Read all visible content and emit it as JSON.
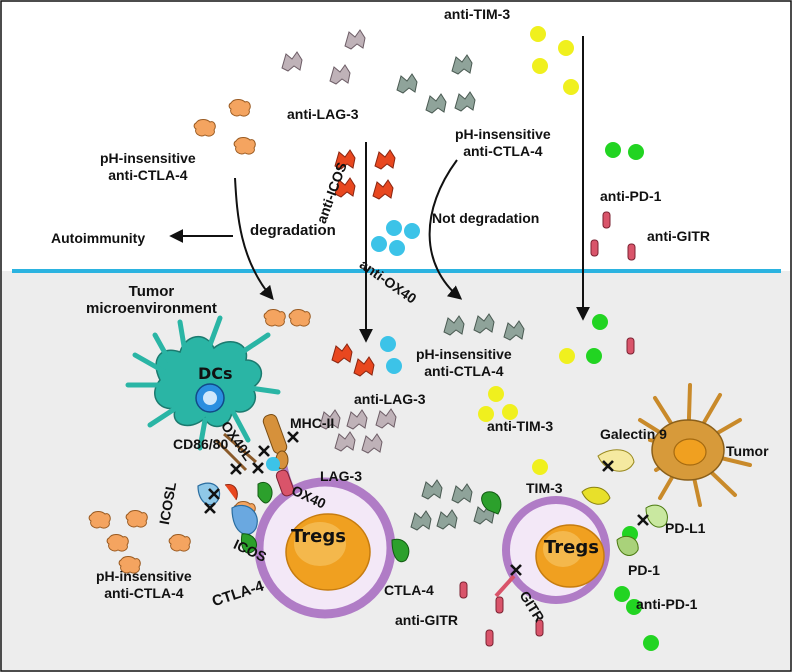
{
  "labels": {
    "anti_tim3_top": "anti-TIM-3",
    "anti_lag3_top": "anti-LAG-3",
    "ph_ctla4_top_right_1": "pH-insensitive",
    "ph_ctla4_top_right_2": "anti-CTLA-4",
    "ph_ctla4_top_left_1": "pH-insensitive",
    "ph_ctla4_top_left_2": "anti-CTLA-4",
    "anti_icos": "anti-ICOS",
    "anti_pd1_top": "anti-PD-1",
    "not_degradation": "Not degradation",
    "degradation": "degradation",
    "anti_gitr_top": "anti-GITR",
    "autoimmunity": "Autoimmunity",
    "anti_ox40": "anti-OX40",
    "tumor_micro_1": "Tumor",
    "tumor_micro_2": "microenvironment",
    "dcs": "DCs",
    "anti_lag3_mid": "anti-LAG-3",
    "ph_ctla4_mid_1": "pH-insensitive",
    "ph_ctla4_mid_2": "anti-CTLA-4",
    "anti_tim3_mid": "anti-TIM-3",
    "mhc_ii": "MHC-II",
    "ox40l": "OX40L",
    "cd86_80": "CD86/80",
    "lag3": "LAG-3",
    "galectin9": "Galectin 9",
    "tumor": "Tumor",
    "icosl": "ICOSL",
    "ox40": "OX40",
    "tim3": "TIM-3",
    "pdl1": "PD-L1",
    "tregs_left": "Tregs",
    "tregs_right": "Tregs",
    "icos": "ICOS",
    "pd1": "PD-1",
    "ph_ctla4_bottom_1": "pH-insensitive",
    "ph_ctla4_bottom_2": "anti-CTLA-4",
    "ctla4_left": "CTLA-4",
    "ctla4_mid": "CTLA-4",
    "gitr": "GITR",
    "anti_pd1_bottom": "anti-PD-1",
    "anti_gitr_bottom": "anti-GITR"
  },
  "colors": {
    "membrane_line": "#2bb3e0",
    "tme_background": "#ededed",
    "ctla4_antibody": "#f4a460",
    "lag3_antibody": "#bfb2b8",
    "ph_ctla4_antibody_gray": "#8fa39a",
    "icos_antibody": "#e8471f",
    "ox40_antibody": "#3cc3e8",
    "tim3_antibody": "#f0f01e",
    "pd1_antibody": "#22d422",
    "gitr_antibody": "#d9546a",
    "treg_membrane": "#b07cc6",
    "treg_nucleus": "#f0a020",
    "dc_cell": "#2ab5a5",
    "tumor_cell": "#d79a3a",
    "receptor_green": "#2ca02c"
  },
  "icons": [
    "flat-arrow-icon",
    "cross-block-icon",
    "dendritic-cell-icon",
    "tumor-cell-icon",
    "treg-cell-icon",
    "antibody-blob-icon"
  ]
}
